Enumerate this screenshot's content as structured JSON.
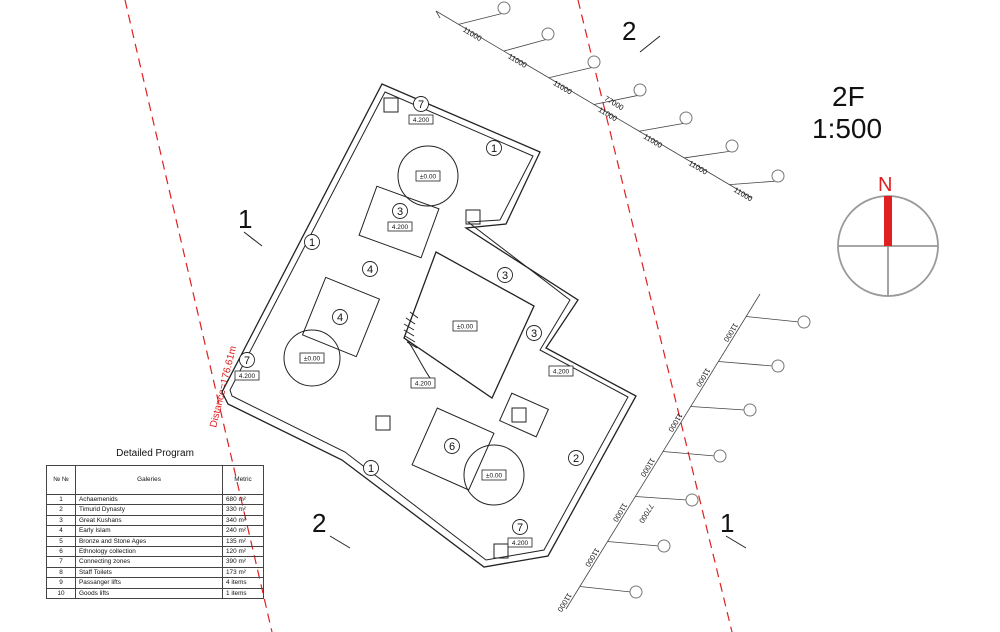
{
  "floor": {
    "name": "2F",
    "scale": "1:500"
  },
  "north_label": "N",
  "distance_label": "Distance=176.61m",
  "section_markers": [
    {
      "id": "s1-left",
      "label": "1"
    },
    {
      "id": "s1-right",
      "label": "1"
    },
    {
      "id": "s2-top",
      "label": "2"
    },
    {
      "id": "s2-bottom",
      "label": "2"
    }
  ],
  "top_grid": {
    "spans": [
      "11000",
      "11000",
      "11000",
      "11000",
      "11000",
      "11000",
      "11000"
    ],
    "overall": "77000"
  },
  "right_grid": {
    "spans": [
      "11000",
      "11000",
      "11000",
      "11000",
      "11000",
      "11000",
      "11000"
    ],
    "overall": "77000"
  },
  "rooms": [
    {
      "num": "7",
      "level": "4.200"
    },
    {
      "num": "1"
    },
    {
      "num": "3",
      "level": "4.200"
    },
    {
      "num": "1"
    },
    {
      "num": "4"
    },
    {
      "num": "4"
    },
    {
      "num": "3"
    },
    {
      "num": "3"
    },
    {
      "num": "7",
      "level": "4.200"
    },
    {
      "num": "6"
    },
    {
      "num": "2"
    },
    {
      "num": "1"
    },
    {
      "num": "7",
      "level": "4.200"
    }
  ],
  "atrium_levels": [
    "±0.00",
    "±0.00",
    "±0.00",
    "±0.00"
  ],
  "floor_levels": [
    "4.200",
    "4.200"
  ],
  "program": {
    "title": "Detailed Program",
    "headers": {
      "num": "№ №",
      "name": "Galeries",
      "metric": "Metric"
    },
    "rows": [
      {
        "num": "1",
        "name": "Achaemenids",
        "metric": "680 m²"
      },
      {
        "num": "2",
        "name": "Timurid Dynasty",
        "metric": "330 m²"
      },
      {
        "num": "3",
        "name": "Great Kushans",
        "metric": "340 m²"
      },
      {
        "num": "4",
        "name": "Early Islam",
        "metric": "240 m²"
      },
      {
        "num": "5",
        "name": "Bronze and Stone Ages",
        "metric": "135 m²"
      },
      {
        "num": "6",
        "name": "Ethnology collection",
        "metric": "120 m²"
      },
      {
        "num": "7",
        "name": "Connecting zones",
        "metric": "390 m²"
      },
      {
        "num": "8",
        "name": "Staff Toilets",
        "metric": "173 m²"
      },
      {
        "num": "9",
        "name": "Passanger lifts",
        "metric": "4 items"
      },
      {
        "num": "10",
        "name": "Goods lifts",
        "metric": "1 items"
      }
    ]
  }
}
